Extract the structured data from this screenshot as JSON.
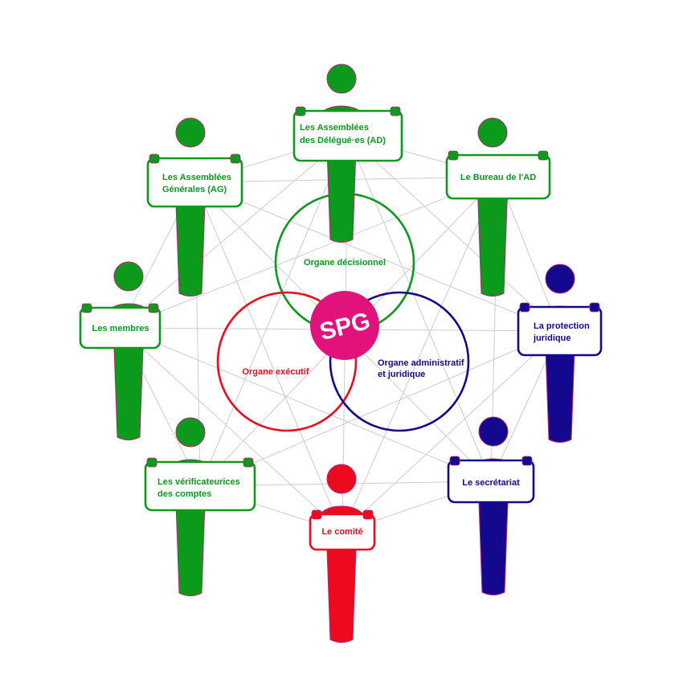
{
  "colors": {
    "green": "#0b9a1c",
    "red": "#ee0a1e",
    "blue": "#13088e",
    "magenta": "#e2127d",
    "person_outline": "#b0267a",
    "connector": "#cccccc"
  },
  "center": {
    "label": "SPG"
  },
  "circles": [
    {
      "id": "decisionnel",
      "label": "Organe décisionnel",
      "color": "green"
    },
    {
      "id": "executif",
      "label": "Organe exécutif",
      "color": "red"
    },
    {
      "id": "administratif",
      "label": "Organe administratif et juridique",
      "color": "blue"
    }
  ],
  "people": [
    {
      "id": "ad",
      "label": "Les Assemblées des Délégué·es (AD)",
      "color": "green"
    },
    {
      "id": "bureau",
      "label": "Le Bureau de l'AD",
      "color": "green"
    },
    {
      "id": "protection",
      "label": "La protection juridique",
      "color": "blue"
    },
    {
      "id": "secretariat",
      "label": "Le secrétariat",
      "color": "blue"
    },
    {
      "id": "comite",
      "label": "Le comité",
      "color": "red"
    },
    {
      "id": "verificateurs",
      "label": "Les vérificateurices des comptes",
      "color": "green"
    },
    {
      "id": "membres",
      "label": "Les membres",
      "color": "green"
    },
    {
      "id": "ag",
      "label": "Les Assemblées Générales (AG)",
      "color": "green"
    }
  ]
}
